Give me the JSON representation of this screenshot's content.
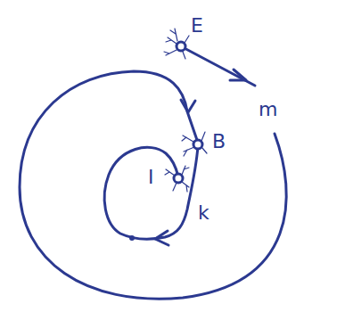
{
  "diagram": {
    "labels": [
      "E",
      "m",
      "B",
      "I",
      "k"
    ]
  }
}
